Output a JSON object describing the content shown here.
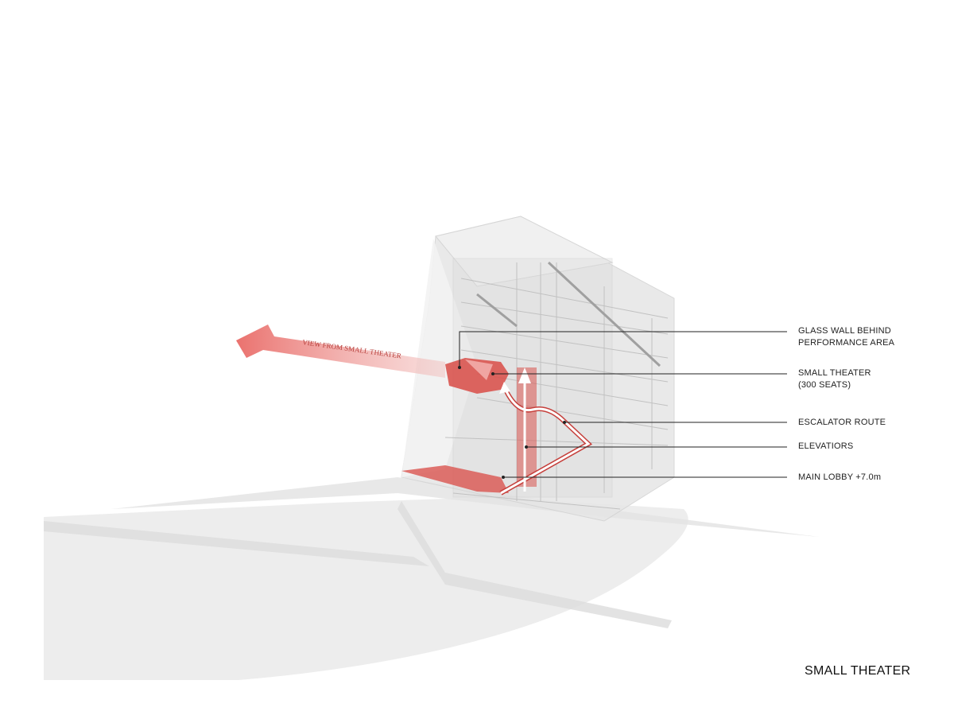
{
  "diagram": {
    "title": "SMALL THEATER",
    "view_arrow_label": "VIEW FROM SMALL THEATER",
    "callouts": [
      {
        "line1": "GLASS WALL BEHIND",
        "line2": "PERFORMANCE AREA"
      },
      {
        "line1": "SMALL THEATER",
        "line2": "(300 SEATS)"
      },
      {
        "line1": "ESCALATOR ROUTE",
        "line2": ""
      },
      {
        "line1": "ELEVATIORS",
        "line2": ""
      },
      {
        "line1": "MAIN LOBBY +7.0m",
        "line2": ""
      }
    ],
    "colors": {
      "accent": "#d9544f",
      "glass": "#e4e4e4",
      "ground": "#ececec"
    }
  }
}
